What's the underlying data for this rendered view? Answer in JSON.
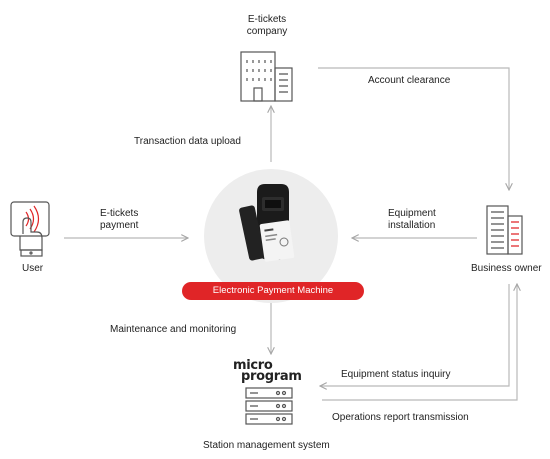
{
  "nodes": {
    "company": "E-tickets\ncompany",
    "user": "User",
    "business_owner": "Business owner",
    "station": "Station management system",
    "machine": "Electronic Payment Machine"
  },
  "edges": {
    "account_clearance": "Account clearance",
    "transaction_upload": "Transaction data upload",
    "eticket_payment": "E-tickets\npayment",
    "equipment_installation": "Equipment\ninstallation",
    "maintenance": "Maintenance and monitoring",
    "status_inquiry": "Equipment status inquiry",
    "report_transmission": "Operations report transmission"
  },
  "logo": {
    "line1": "micro",
    "line2": "program"
  },
  "colors": {
    "accent": "#e02527",
    "line": "#b9b9b9",
    "icon": "#555555"
  }
}
